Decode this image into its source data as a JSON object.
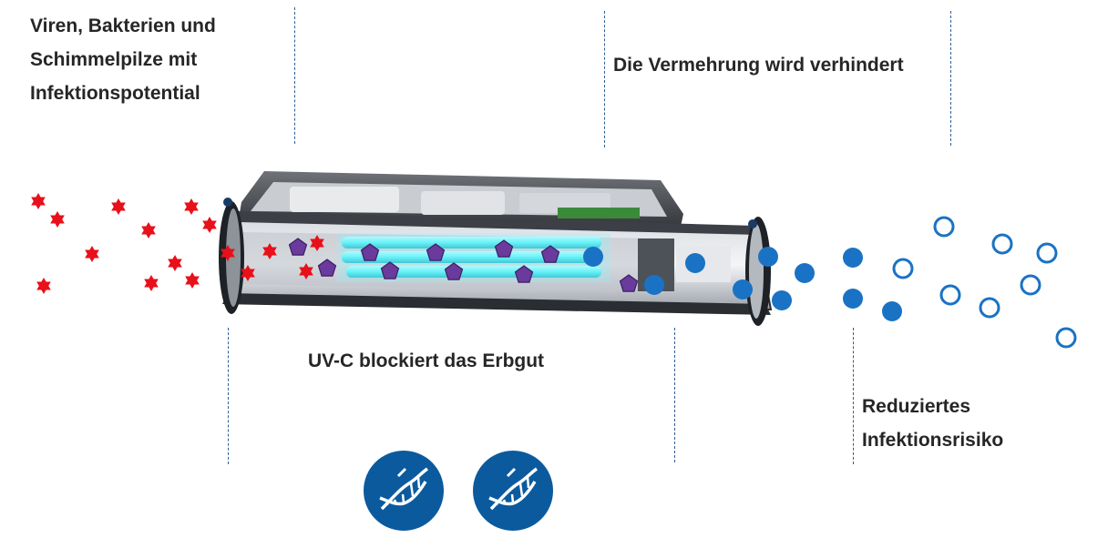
{
  "labels": {
    "pathogens": [
      "Viren, Bakterien und",
      "Schimmelpilze mit",
      "Infektionspotential"
    ],
    "reproduction": "Die Vermehrung wird verhindert",
    "uvc": "UV-C blockiert das Erbgut",
    "risk": [
      "Reduziertes",
      "Infektionsrisiko"
    ]
  },
  "icons": {
    "pathogen": "red-star-particle-icon",
    "blocked": "purple-pentagon-particle-icon",
    "inactive": "blue-filled-circle-particle-icon",
    "harmless": "blue-ring-particle-icon",
    "dna": "dna-helix-icon",
    "device": "uv-c-air-purifier-cutaway"
  },
  "colors": {
    "pathogen": "#e8101a",
    "blocked": "#6a3a9c",
    "inactive": "#1a72c4",
    "harmless": "#1a72c4",
    "uv_light": "#5ff0f5",
    "dna_badge": "#0b5a9e",
    "divider": "#2e5f93"
  }
}
